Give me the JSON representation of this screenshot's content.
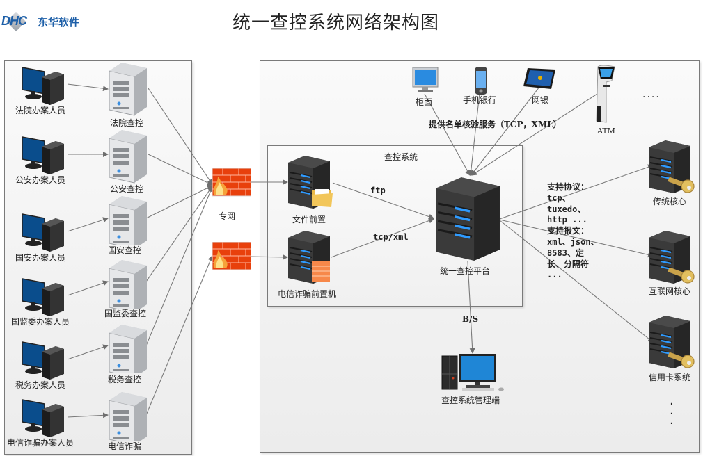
{
  "header": {
    "logo_mark": "DHC",
    "logo_text": "东华软件",
    "title": "统一查控系统网络架构图"
  },
  "left_panel": {
    "users": [
      {
        "label": "法院办案人员"
      },
      {
        "label": "公安办案人员"
      },
      {
        "label": "国安办案人员"
      },
      {
        "label": "国监委办案人员"
      },
      {
        "label": "税务办案人员"
      },
      {
        "label": "电信诈骗办案人员"
      }
    ],
    "servers": [
      {
        "label": "法院查控"
      },
      {
        "label": "公安查控"
      },
      {
        "label": "国安查控"
      },
      {
        "label": "国监委查控"
      },
      {
        "label": "税务查控"
      },
      {
        "label": "电信诈骗"
      }
    ]
  },
  "network": {
    "firewall_label": "专网"
  },
  "channels": {
    "items": [
      {
        "label": "柜面",
        "icon": "monitor-icon"
      },
      {
        "label": "手机银行",
        "icon": "mobile-phone-icon"
      },
      {
        "label": "网银",
        "icon": "tablet-icon"
      },
      {
        "label": "ATM",
        "icon": "atm-icon"
      }
    ],
    "more": "....",
    "service_label": "提供名单核验服务（TCP，XML）"
  },
  "core_system": {
    "title": "查控系统",
    "file_front": "文件前置",
    "fraud_front": "电信诈骗前置机",
    "platform": "统一查控平台",
    "ftp_label": "ftp",
    "tcp_label": "tcp/xml",
    "bs_label": "B/S",
    "admin_label": "查控系统管理端"
  },
  "protocols": {
    "lines": [
      "支持协议：",
      "tcp、",
      "tuxedo、",
      "http ...",
      "支持报文：",
      "xml、json、",
      "8583、定",
      "长、分隔符",
      "..."
    ]
  },
  "backends": {
    "items": [
      {
        "label": "传统核心"
      },
      {
        "label": "互联网核心"
      },
      {
        "label": "信用卡系统"
      }
    ],
    "more": "⋮"
  }
}
